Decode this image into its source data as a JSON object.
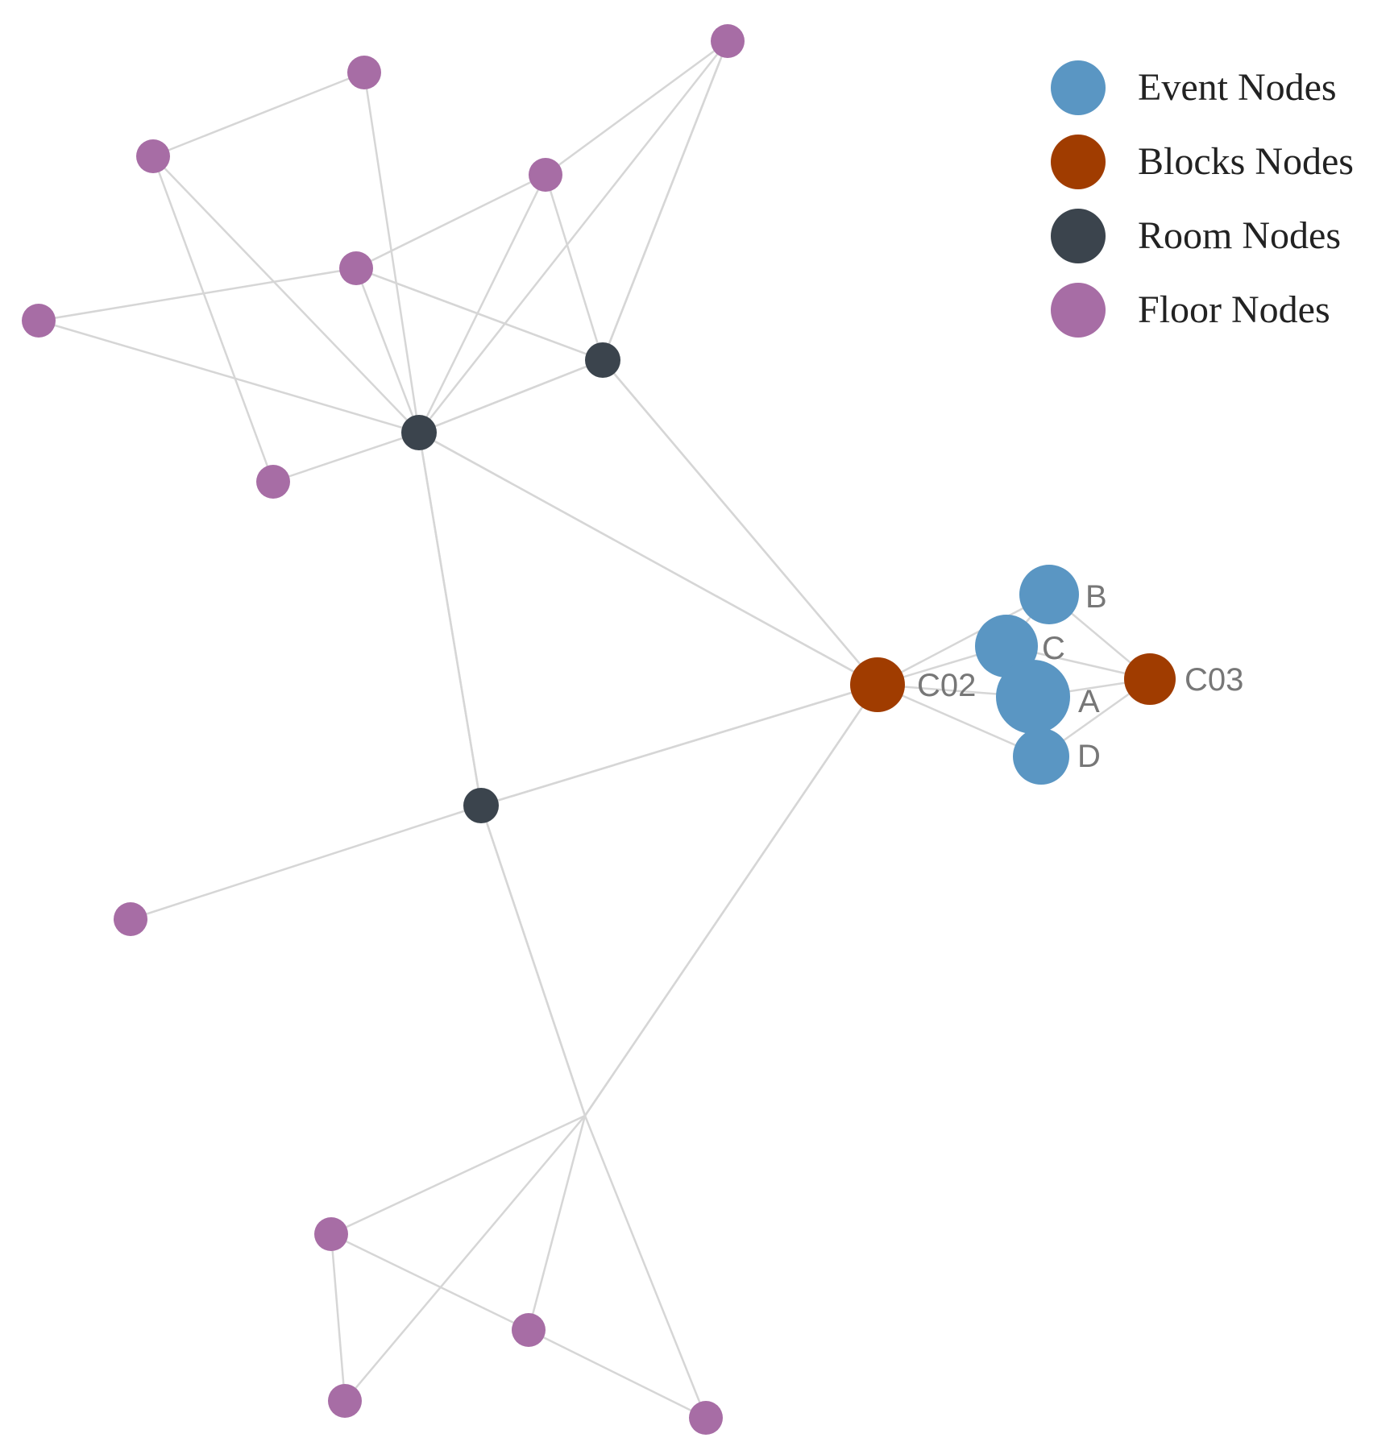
{
  "colors": {
    "event": "#5a96c3",
    "block": "#a03c00",
    "room": "#3b444d",
    "floor": "#a76da5",
    "edge": "#d6d6d6"
  },
  "legend": [
    {
      "label": "Event Nodes",
      "type": "event"
    },
    {
      "label": "Blocks Nodes",
      "type": "block"
    },
    {
      "label": "Room Nodes",
      "type": "room"
    },
    {
      "label": "Floor Nodes",
      "type": "floor"
    }
  ],
  "graph": {
    "nodes": [
      {
        "id": "f1",
        "type": "floor",
        "label": ""
      },
      {
        "id": "f2",
        "type": "floor",
        "label": ""
      },
      {
        "id": "f3",
        "type": "floor",
        "label": ""
      },
      {
        "id": "f4",
        "type": "floor",
        "label": ""
      },
      {
        "id": "f5",
        "type": "floor",
        "label": ""
      },
      {
        "id": "f6",
        "type": "floor",
        "label": ""
      },
      {
        "id": "f7",
        "type": "floor",
        "label": ""
      },
      {
        "id": "f8",
        "type": "floor",
        "label": ""
      },
      {
        "id": "f9",
        "type": "floor",
        "label": ""
      },
      {
        "id": "f10",
        "type": "floor",
        "label": ""
      },
      {
        "id": "f11",
        "type": "floor",
        "label": ""
      },
      {
        "id": "f12",
        "type": "floor",
        "label": ""
      },
      {
        "id": "f13",
        "type": "floor",
        "label": ""
      },
      {
        "id": "r1",
        "type": "room",
        "label": ""
      },
      {
        "id": "r2",
        "type": "room",
        "label": ""
      },
      {
        "id": "r3",
        "type": "room",
        "label": ""
      },
      {
        "id": "r4",
        "type": "room",
        "label": ""
      },
      {
        "id": "c02",
        "type": "block",
        "label": "C02"
      },
      {
        "id": "c03",
        "type": "block",
        "label": "C03"
      },
      {
        "id": "b",
        "type": "event",
        "label": "B"
      },
      {
        "id": "c",
        "type": "event",
        "label": "C"
      },
      {
        "id": "a",
        "type": "event",
        "label": "A"
      },
      {
        "id": "d",
        "type": "event",
        "label": "D"
      }
    ],
    "edges": [
      [
        "f1",
        "f2"
      ],
      [
        "f1",
        "f5"
      ],
      [
        "f1",
        "r1"
      ],
      [
        "f2",
        "r1"
      ],
      [
        "f3",
        "r1"
      ],
      [
        "f4",
        "f6"
      ],
      [
        "f4",
        "r2"
      ],
      [
        "f5",
        "r1"
      ],
      [
        "f6",
        "r2"
      ],
      [
        "f6",
        "f7"
      ],
      [
        "f6",
        "r3"
      ],
      [
        "f7",
        "f8"
      ],
      [
        "f7",
        "r2"
      ],
      [
        "f8",
        "r3"
      ],
      [
        "r2",
        "r3"
      ],
      [
        "r2",
        "r4"
      ],
      [
        "r2",
        "c02"
      ],
      [
        "r3",
        "c02"
      ],
      [
        "f9",
        "r4"
      ],
      [
        "r4",
        "c02"
      ],
      [
        "r4",
        "r5"
      ],
      [
        "r5",
        "c02"
      ],
      [
        "r5",
        "f10"
      ],
      [
        "r5",
        "f11"
      ],
      [
        "r5",
        "f12"
      ],
      [
        "r5",
        "f13"
      ],
      [
        "f10",
        "f11"
      ],
      [
        "f10",
        "f12"
      ],
      [
        "f11",
        "f13"
      ],
      [
        "c02",
        "b"
      ],
      [
        "c02",
        "c"
      ],
      [
        "c02",
        "a"
      ],
      [
        "c02",
        "d"
      ],
      [
        "c03",
        "b"
      ],
      [
        "c03",
        "c"
      ],
      [
        "c03",
        "a"
      ],
      [
        "c03",
        "d"
      ],
      [
        "b",
        "c"
      ]
    ]
  }
}
